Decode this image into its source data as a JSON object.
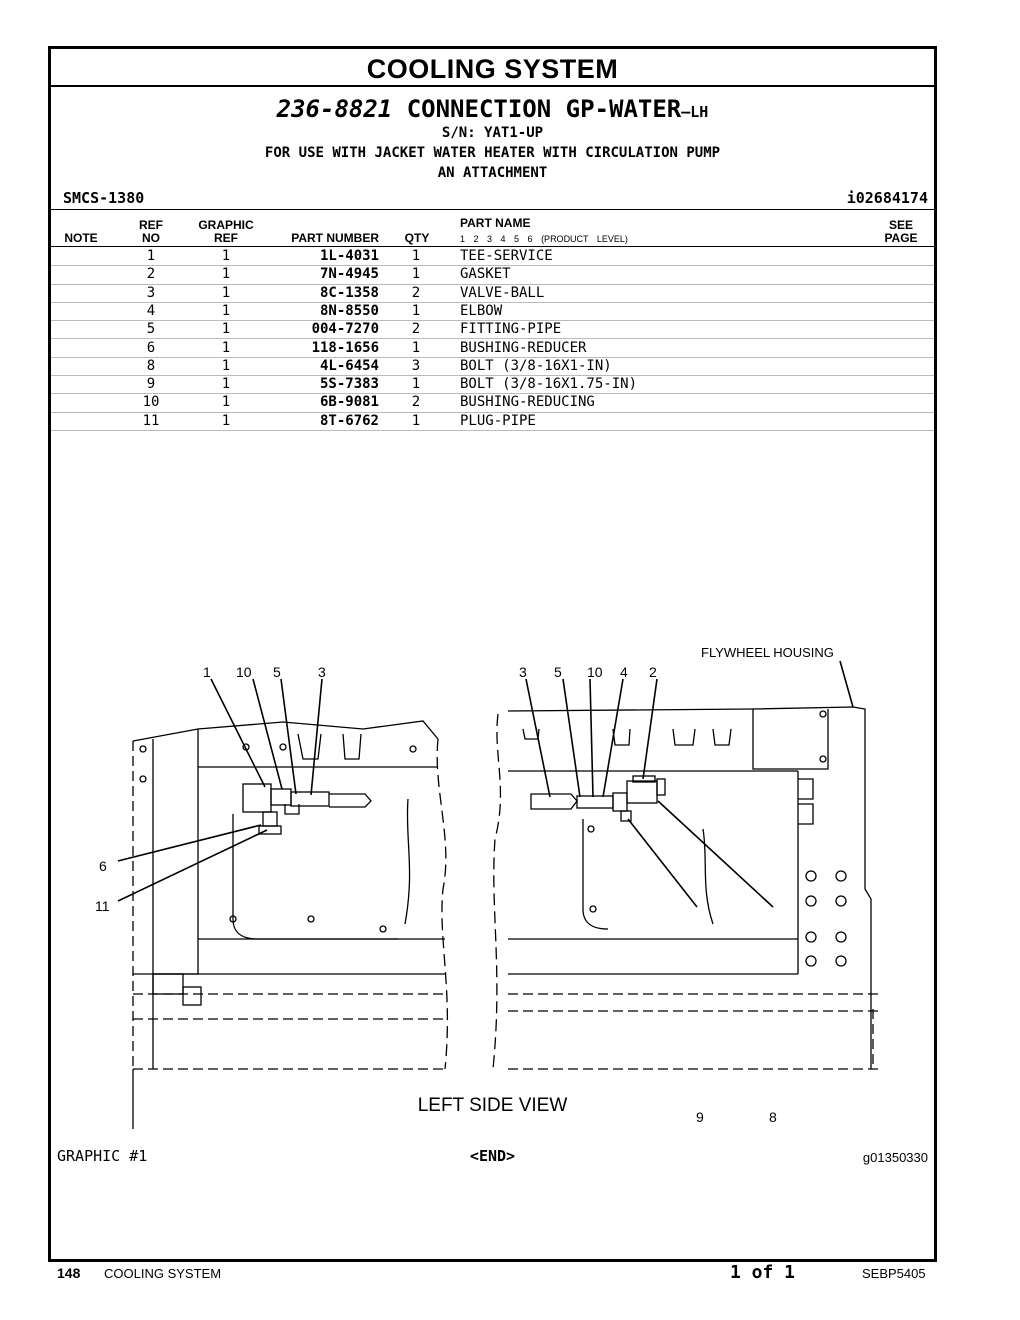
{
  "header": {
    "title": "COOLING SYSTEM",
    "part_number": "236-8821",
    "part_name": "CONNECTION GP-WATER",
    "part_suffix": "—LH",
    "serial": "S/N: YAT1-UP",
    "usage_line1": "FOR USE WITH JACKET WATER HEATER WITH CIRCULATION PUMP",
    "usage_line2": "AN ATTACHMENT",
    "smcs": "SMCS-1380",
    "illustration_id": "i02684174"
  },
  "table": {
    "headers": {
      "note": "NOTE",
      "ref_no_1": "REF",
      "ref_no_2": "NO",
      "graphic_ref_1": "GRAPHIC",
      "graphic_ref_2": "REF",
      "part_number": "PART NUMBER",
      "qty": "QTY",
      "part_name": "PART NAME",
      "product_levels": "1 2 3 4 5 6",
      "product_level_label": "(PRODUCT LEVEL)",
      "see_page_1": "SEE",
      "see_page_2": "PAGE"
    },
    "rows": [
      {
        "ref": "1",
        "graphic": "1",
        "part_number": "1L-4031",
        "qty": "1",
        "name": "TEE-SERVICE"
      },
      {
        "ref": "2",
        "graphic": "1",
        "part_number": "7N-4945",
        "qty": "1",
        "name": "GASKET"
      },
      {
        "ref": "3",
        "graphic": "1",
        "part_number": "8C-1358",
        "qty": "2",
        "name": "VALVE-BALL"
      },
      {
        "ref": "4",
        "graphic": "1",
        "part_number": "8N-8550",
        "qty": "1",
        "name": "ELBOW"
      },
      {
        "ref": "5",
        "graphic": "1",
        "part_number": "004-7270",
        "qty": "2",
        "name": "FITTING-PIPE"
      },
      {
        "ref": "6",
        "graphic": "1",
        "part_number": "118-1656",
        "qty": "1",
        "name": "BUSHING-REDUCER"
      },
      {
        "ref": "8",
        "graphic": "1",
        "part_number": "4L-6454",
        "qty": "3",
        "name": "BOLT (3/8-16X1-IN)"
      },
      {
        "ref": "9",
        "graphic": "1",
        "part_number": "5S-7383",
        "qty": "1",
        "name": "BOLT (3/8-16X1.75-IN)"
      },
      {
        "ref": "10",
        "graphic": "1",
        "part_number": "6B-9081",
        "qty": "2",
        "name": "BUSHING-REDUCING"
      },
      {
        "ref": "11",
        "graphic": "1",
        "part_number": "8T-6762",
        "qty": "1",
        "name": "PLUG-PIPE"
      }
    ]
  },
  "drawing": {
    "flywheel_label": "FLYWHEEL HOUSING",
    "view_label": "LEFT SIDE VIEW",
    "left_callouts_top": [
      "1",
      "10",
      "5",
      "3"
    ],
    "left_callouts_side": [
      "6",
      "11"
    ],
    "right_callouts_top": [
      "3",
      "5",
      "10",
      "4",
      "2"
    ],
    "right_callouts_bottom": [
      "9",
      "8"
    ]
  },
  "graphic_footer": {
    "graphic_label": "GRAPHIC #1",
    "end_marker": "<END>",
    "graphic_id": "g01350330"
  },
  "page_footer": {
    "page_number": "148",
    "section": "COOLING SYSTEM",
    "page_of": "1 of 1",
    "doc_id": "SEBP5405"
  }
}
